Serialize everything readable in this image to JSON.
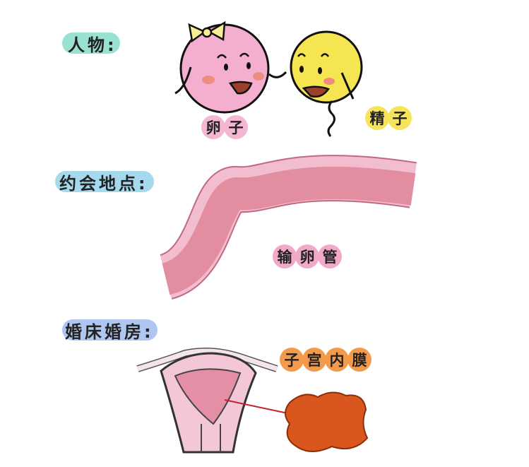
{
  "sections": {
    "characters": {
      "title": "人物:",
      "egg_label": [
        "卵",
        "子"
      ],
      "sperm_label": [
        "精",
        "子"
      ]
    },
    "meeting_place": {
      "title": "约会地点:",
      "tube_label": [
        "输",
        "卵",
        "管"
      ]
    },
    "wedding_room": {
      "title": "婚床婚房:",
      "endometrium_label": [
        "子",
        "宫",
        "内",
        "膜"
      ]
    }
  },
  "colors": {
    "teal": "#7fd9c4",
    "blue": "#8fd0ea",
    "purple": "#9ab8ee",
    "pink": "#f2a9c9",
    "yellow": "#f7e45a",
    "orange": "#f59a4a",
    "tube": "#e58fa2",
    "endometrium": "#d9561e"
  }
}
